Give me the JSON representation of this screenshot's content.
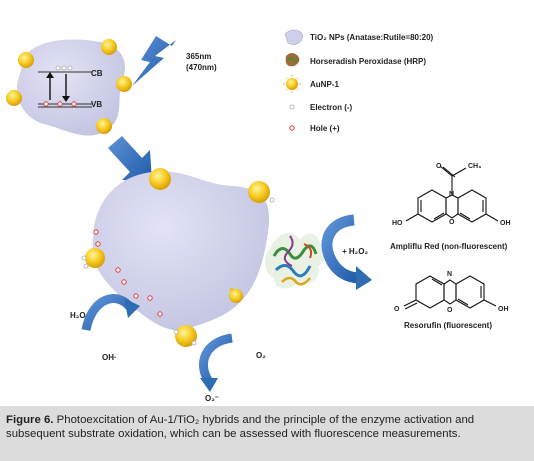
{
  "legend": {
    "tio2": "TiO₂ NPs (Anatase:Rutile=80:20)",
    "hrp": "Horseradish Peroxidase (HRP)",
    "aunp": "AuNP-1",
    "electron": "Electron (-)",
    "hole": "Hole (+)"
  },
  "band": {
    "cb": "CB",
    "vb": "VB"
  },
  "light": {
    "line1": "365nm",
    "line2": "(470nm)"
  },
  "labels": {
    "h2o": "H₂O",
    "oh": "OH·",
    "o2": "O₂",
    "o2minus": "O₂⁻",
    "h2o2": "+ H₂O₂",
    "ch3": "CH₃",
    "ho": "HO",
    "oh_sub": "OH",
    "n": "N",
    "o": "O",
    "o_eq": "O"
  },
  "molecules": {
    "amplifu": "Ampliflu Red (non-fluorescent)",
    "resorufin": "Resorufin (fluorescent)"
  },
  "caption": {
    "label": "Figure 6.",
    "text": "Photoexcitation of Au-1/TiO₂ hybrids and the principle of the enzyme activation and subsequent substrate oxidation, which can be assessed with fluorescence measurements."
  },
  "colors": {
    "particle": "#cfd0ea",
    "gold": "#f5c518",
    "arrow_blue": "#2f6db3",
    "hole": "#e23a3a"
  }
}
